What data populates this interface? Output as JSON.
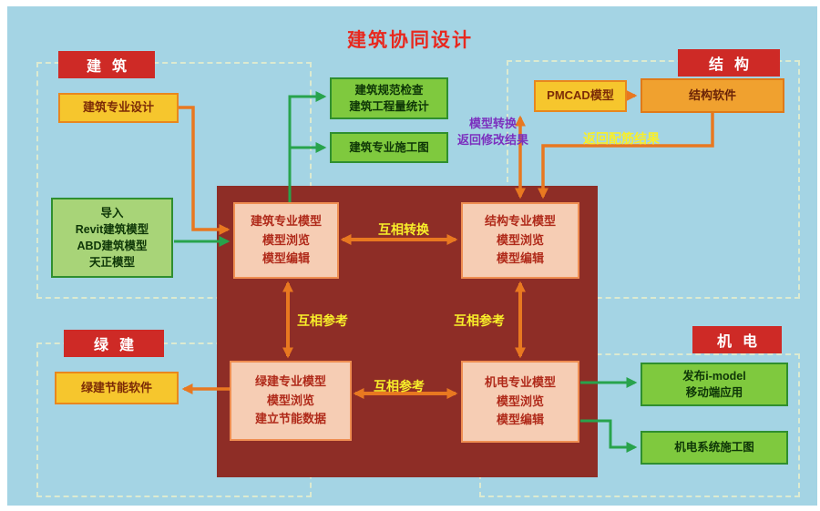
{
  "title": "建筑协同设计",
  "regions": {
    "arch_label": "建筑",
    "struct_label": "结构",
    "green_label": "绿建",
    "mep_label": "机电"
  },
  "boxes": {
    "arch_design": "建筑专业设计",
    "arch_check": "建筑规范检查\n建筑工程量统计",
    "arch_drawing": "建筑专业施工图",
    "arch_import": "导入\nRevit建筑模型\nABD建筑模型\n天正模型",
    "pmcad": "PMCAD模型",
    "struct_software": "结构软件",
    "green_software": "绿建节能软件",
    "imodel_publish": "发布i-model\n移动端应用",
    "mep_drawing": "机电系统施工图",
    "arch_model": "建筑专业模型\n模型浏览\n模型编辑",
    "struct_model": "结构专业模型\n模型浏览\n模型编辑",
    "green_model": "绿建专业模型\n模型浏览\n建立节能数据",
    "mep_model": "机电专业模型\n模型浏览\n模型编辑"
  },
  "arrow_labels": {
    "mutual_convert": "互相转换",
    "mutual_ref_left": "互相参考",
    "mutual_ref_right": "互相参考",
    "mutual_ref_bottom": "互相参考",
    "model_convert": "模型转换\n返回修改结果",
    "return_rebar": "返回配筋结果"
  },
  "colors": {
    "background": "#a4d4e4",
    "title_red": "#e8281e",
    "region_label_bg": "#ce2a26",
    "maroon_panel": "#8e2d26",
    "yellow_box": "#f6c62d",
    "orange_box": "#f0a12f",
    "green_box": "#7fc93e",
    "light_green_box": "#a8d478",
    "pink_box": "#f6cdb4",
    "arrow_orange": "#e87820",
    "arrow_green": "#28a34c",
    "label_yellow": "#f8ef2a",
    "label_purple": "#7b2fbe"
  }
}
